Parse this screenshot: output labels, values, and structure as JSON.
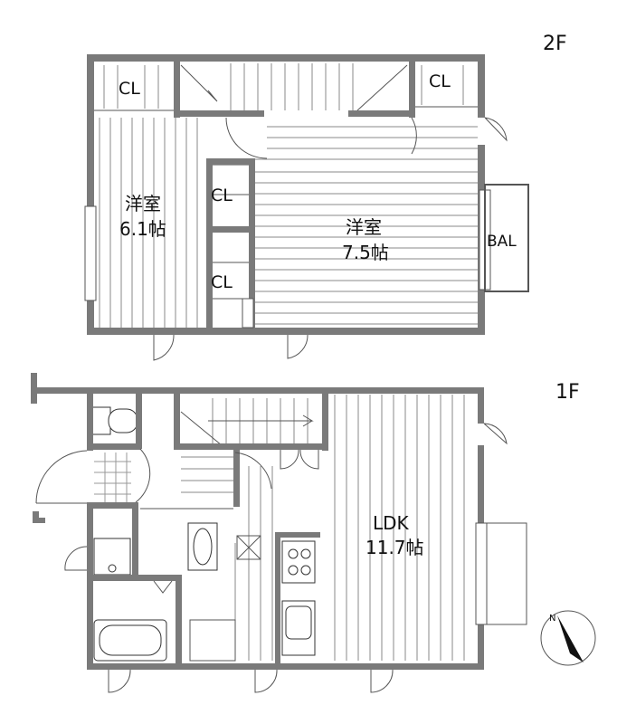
{
  "floors": {
    "upper": "2F",
    "lower": "1F"
  },
  "rooms": {
    "western_small": {
      "name": "洋室",
      "size": "6.1帖"
    },
    "western_large": {
      "name": "洋室",
      "size": "7.5帖"
    },
    "ldk": {
      "name": "LDK",
      "size": "11.7帖"
    }
  },
  "closets": {
    "top_left": "CL",
    "top_right": "CL",
    "middle_upper": "CL",
    "middle_lower": "CL"
  },
  "balcony": "BAL",
  "compass": {
    "north": "N"
  },
  "colors": {
    "wall": "#7a7a7a",
    "line": "#8a8a8a",
    "text": "#111111"
  }
}
